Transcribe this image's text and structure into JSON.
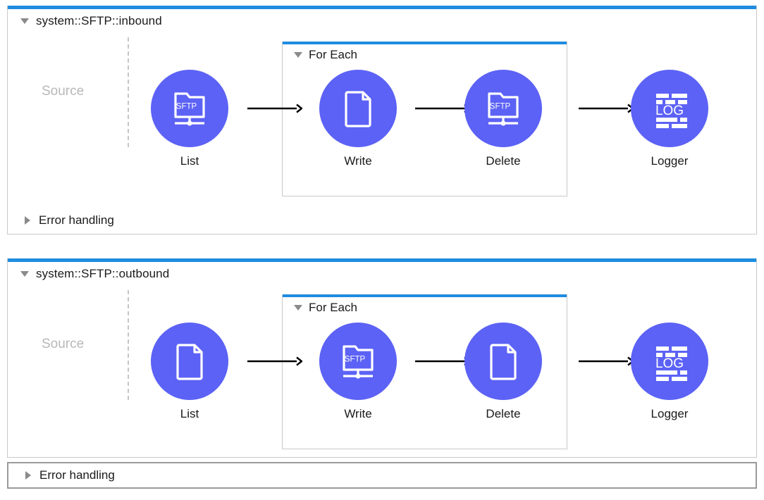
{
  "app": {
    "kind": "mule-flow-designer-canvas",
    "colors": {
      "node_circle": "#5c62f5",
      "header_accent": "#1f8ce0",
      "container_border": "#c9c9c9",
      "source_text": "#b8b8b8",
      "arrow": "#000000",
      "triangle": "#8a8a8a"
    }
  },
  "flows": [
    {
      "id": "flow-inbound",
      "title": "system::SFTP::inbound",
      "expanded": true,
      "toggle_icon": "triangle-down-icon",
      "source": {
        "label": "Source",
        "placeholder": true
      },
      "nodes": [
        {
          "id": "list",
          "label": "List",
          "icon": "sftp-icon",
          "icon_text": "SFTP"
        },
        {
          "id": "write",
          "label": "Write",
          "icon": "document-icon",
          "icon_text": ""
        },
        {
          "id": "delete",
          "label": "Delete",
          "icon": "sftp-icon",
          "icon_text": "SFTP"
        },
        {
          "id": "logger",
          "label": "Logger",
          "icon": "log-icon",
          "icon_text": "LOG"
        }
      ],
      "scope": {
        "title": "For Each",
        "expanded": true,
        "toggle_icon": "triangle-down-icon",
        "contains": [
          "write",
          "delete"
        ]
      },
      "error_handling": {
        "label": "Error handling",
        "expanded": false,
        "toggle_icon": "triangle-right-icon",
        "selected": false
      }
    },
    {
      "id": "flow-outbound",
      "title": "system::SFTP::outbound",
      "expanded": true,
      "toggle_icon": "triangle-down-icon",
      "source": {
        "label": "Source",
        "placeholder": true
      },
      "nodes": [
        {
          "id": "list",
          "label": "List",
          "icon": "document-icon",
          "icon_text": ""
        },
        {
          "id": "write",
          "label": "Write",
          "icon": "sftp-icon",
          "icon_text": "SFTP"
        },
        {
          "id": "delete",
          "label": "Delete",
          "icon": "document-icon",
          "icon_text": ""
        },
        {
          "id": "logger",
          "label": "Logger",
          "icon": "log-icon",
          "icon_text": "LOG"
        }
      ],
      "scope": {
        "title": "For Each",
        "expanded": true,
        "toggle_icon": "triangle-down-icon",
        "contains": [
          "write",
          "delete"
        ]
      },
      "error_handling": {
        "label": "Error handling",
        "expanded": false,
        "toggle_icon": "triangle-right-icon",
        "selected": true
      }
    }
  ]
}
